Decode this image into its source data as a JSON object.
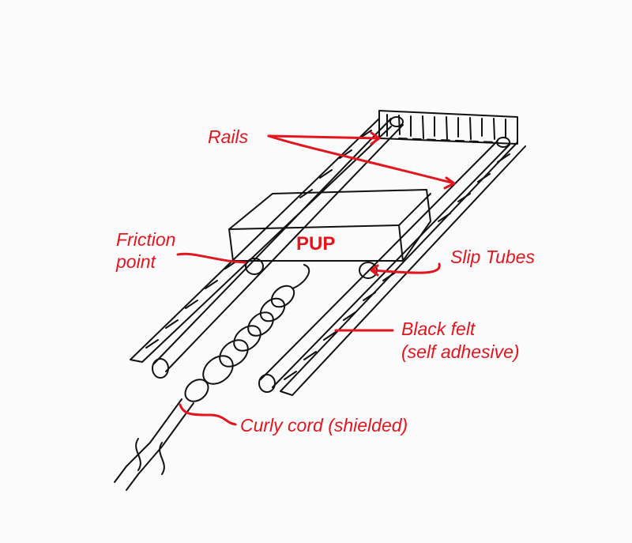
{
  "title": "PUP slide assembly sketch",
  "colors": {
    "annotation": "#e3151f",
    "ink": "#111111",
    "paper": "#fbfbfb"
  },
  "labels": {
    "pup": "PUP",
    "rails": "Rails",
    "friction_line1": "Friction",
    "friction_line2": "point",
    "slip_tubes": "Slip Tubes",
    "felt_line1": "Black  felt",
    "felt_line2": "(self adhesive)",
    "curly_cord": "Curly cord (shielded)"
  }
}
